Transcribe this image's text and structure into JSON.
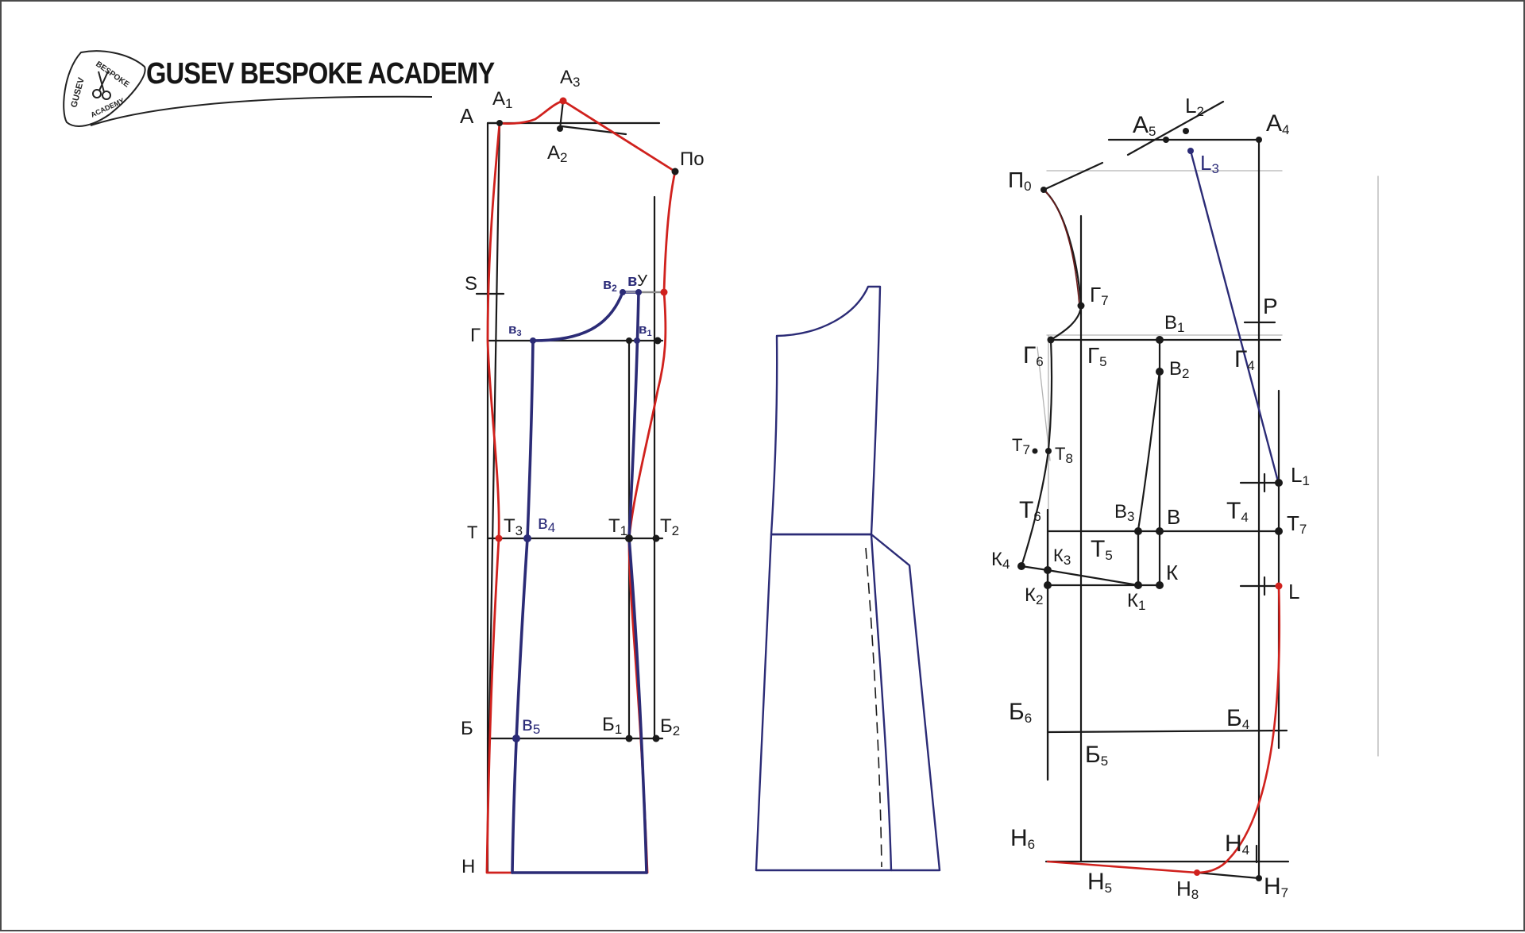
{
  "brand": {
    "name": "GUSEV BESPOKE ACADEMY",
    "emblem_text": [
      "GUSEV",
      "BESPOKE",
      "ACADEMY"
    ]
  },
  "colors": {
    "construction": "#1a1a1a",
    "red_contour": "#d0211d",
    "blue_contour": "#2b2b76",
    "guide_gray": "#9a9a9a"
  },
  "labels": {
    "A": "А",
    "A1": "А₁",
    "A1_main": "А",
    "A1_sub": "1",
    "A3_main": "А",
    "A3_sub": "3",
    "A2_main": "А",
    "A2_sub": "2",
    "Po": "По",
    "S": "S",
    "G": "Г",
    "B2v_main": "в",
    "B2v_sub": "2",
    "VU": "вУ",
    "B3v_main": "в",
    "B3v_sub": "3",
    "B1v_main": "в",
    "B1v_sub": "1",
    "T": "Т",
    "T3_main": "Т",
    "T3_sub": "3",
    "B4_main": "в",
    "B4_sub": "4",
    "T1_main": "Т",
    "T1_sub": "1",
    "T2_main": "Т",
    "T2_sub": "2",
    "Bb": "Б",
    "B5_main": "в",
    "B5_sub": "5",
    "Bb1_main": "Б",
    "Bb1_sub": "1",
    "Bb2_main": "Б",
    "Bb2_sub": "2",
    "N": "Н",
    "rA5_main": "А",
    "rA5_sub": "5",
    "rL2_main": "L",
    "rL2_sub": "2",
    "rA4_main": "А",
    "rA4_sub": "4",
    "rP0_main": "П",
    "rP0_sub": "0",
    "rL3_main": "L",
    "rL3_sub": "3",
    "rG7_main": "Г",
    "rG7_sub": "7",
    "rP": "Р",
    "rB1_main": "В",
    "rB1_sub": "1",
    "rG6_main": "Г",
    "rG6_sub": "6",
    "rG5_main": "Г",
    "rG5_sub": "5",
    "rB2_main": "В",
    "rB2_sub": "2",
    "rG4_main": "Г",
    "rG4_sub": "4",
    "rT7a_main": "Т",
    "rT7a_sub": "7",
    "rT8_main": "Т",
    "rT8_sub": "8",
    "rL1_main": "L",
    "rL1_sub": "1",
    "rT6_main": "Т",
    "rT6_sub": "6",
    "rB3_main": "В",
    "rB3_sub": "3",
    "rB": "В",
    "rT4_main": "Т",
    "rT4_sub": "4",
    "rT7b_main": "Т",
    "rT7b_sub": "7",
    "rK4_main": "К",
    "rK4_sub": "4",
    "rK3_main": "К",
    "rK3_sub": "3",
    "rT5_main": "Т",
    "rT5_sub": "5",
    "rK": "К",
    "rK2_main": "К",
    "rK2_sub": "2",
    "rK1_main": "К",
    "rK1_sub": "1",
    "rL": "L",
    "rB6_main": "Б",
    "rB6_sub": "6",
    "rB4_main": "Б",
    "rB4_sub": "4",
    "rB5_main": "Б",
    "rB5_sub": "5",
    "rN6_main": "Н",
    "rN6_sub": "6",
    "rN4_main": "Н",
    "rN4_sub": "4",
    "rN5_main": "Н",
    "rN5_sub": "5",
    "rN8_main": "Н",
    "rN8_sub": "8",
    "rN7_main": "Н",
    "rN7_sub": "7"
  }
}
